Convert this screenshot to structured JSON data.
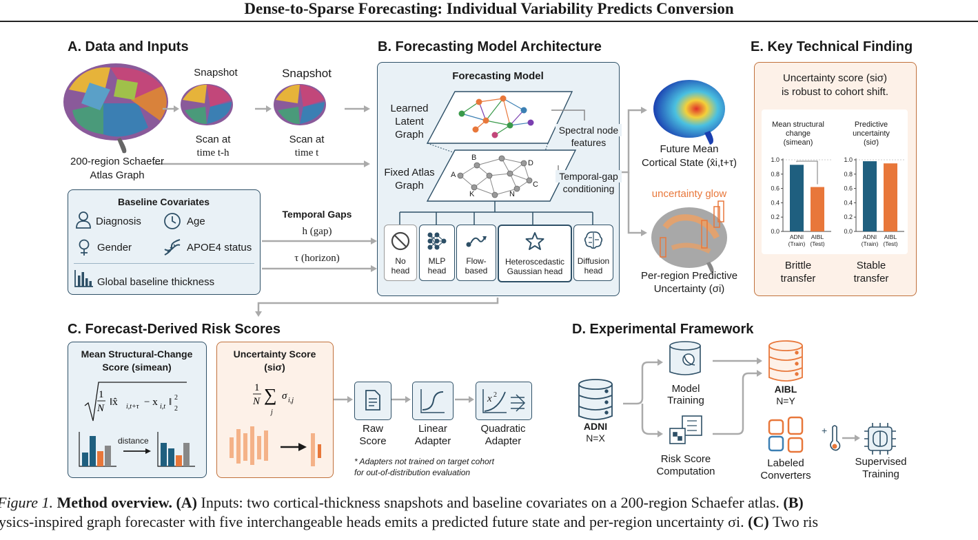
{
  "title": "Dense-to-Sparse Forecasting: Individual Variability Predicts Conversion",
  "panel_a": {
    "heading": "A. Data and Inputs",
    "snapshot_1": "Snapshot",
    "snapshot_2": "Snapshot",
    "scan_1": "Scan at",
    "scan_1_time": "time t-h",
    "scan_2": "Scan at",
    "scan_2_time": "time t",
    "atlas_1": "200-region Schaefer",
    "atlas_2": "Atlas Graph",
    "covariates_title": "Baseline Covariates",
    "covariates": [
      "Diagnosis",
      "Age",
      "Gender",
      "APOE4 status"
    ],
    "global_thickness": "Global baseline thickness",
    "temporal_title": "Temporal Gaps",
    "gap_h": "h (gap)",
    "gap_tau": "τ (horizon)"
  },
  "panel_b": {
    "heading": "B. Forecasting Model Architecture",
    "model_title": "Forecasting Model",
    "latent": [
      "Learned",
      "Latent",
      "Graph"
    ],
    "fixed": [
      "Fixed Atlas",
      "Graph"
    ],
    "node_labels": [
      "A",
      "B",
      "C",
      "D",
      "K",
      "N"
    ],
    "spectral": [
      "Spectral node",
      "features"
    ],
    "temporal_cond": [
      "Temporal-gap",
      "conditioning"
    ],
    "heads": [
      {
        "l1": "No",
        "l2": "head"
      },
      {
        "l1": "MLP",
        "l2": "head"
      },
      {
        "l1": "Flow-",
        "l2": "based"
      },
      {
        "l1": "Heteroscedastic",
        "l2": "Gaussian head"
      },
      {
        "l1": "Diffusion",
        "l2": "head"
      }
    ],
    "future_mean": [
      "Future Mean",
      "Cortical State (x̂i,t+τ)"
    ],
    "glow_label": "uncertainty glow",
    "uncertainty": [
      "Per-region Predictive",
      "Uncertainty (σi)"
    ]
  },
  "panel_e": {
    "heading": "E. Key Technical Finding",
    "statement": [
      "Uncertainty score (siσ)",
      "is robust to cohort shift."
    ],
    "chart_left_title": [
      "Mean structural",
      "change",
      "(simean)"
    ],
    "chart_right_title": [
      "Predictive",
      "uncertainty",
      "(siσ)"
    ],
    "left_caption": [
      "Brittle",
      "transfer"
    ],
    "right_caption": [
      "Stable",
      "transfer"
    ]
  },
  "chart_data": [
    {
      "type": "bar",
      "title": "Mean structural change (s_i^mean)",
      "categories": [
        "ADNI (Train)",
        "AIBL (Test)"
      ],
      "values": [
        0.93,
        0.62
      ],
      "ylim": [
        0,
        1.0
      ],
      "yticks": [
        "0.0",
        "0.2",
        "0.4",
        "0.6",
        "0.8",
        "1.0"
      ],
      "colors": [
        "#1f5f7f",
        "#e8773a"
      ]
    },
    {
      "type": "bar",
      "title": "Predictive uncertainty (s_i^σ)",
      "categories": [
        "ADNI (Train)",
        "AIBL (Test)"
      ],
      "values": [
        0.98,
        0.95
      ],
      "ylim": [
        0,
        1.0
      ],
      "yticks": [
        "0.0",
        "0.2",
        "0.4",
        "0.6",
        "0.8",
        "1.0"
      ],
      "colors": [
        "#1f5f7f",
        "#e8773a"
      ]
    }
  ],
  "panel_c": {
    "heading": "C. Forecast-Derived Risk Scores",
    "mean_title": [
      "Mean Structural-Change",
      "Score (simean)"
    ],
    "unc_title": [
      "Uncertainty Score",
      "(siσ)"
    ],
    "distance": "distance",
    "steps": [
      {
        "l1": "Raw",
        "l2": "Score"
      },
      {
        "l1": "Linear",
        "l2": "Adapter"
      },
      {
        "l1": "Quadratic",
        "l2": "Adapter"
      }
    ],
    "note": [
      "* Adapters not trained on target cohort",
      "for out-of-distribution evaluation"
    ]
  },
  "panel_d": {
    "heading": "D. Experimental Framework",
    "adni": "ADNI",
    "adni_n": "N=X",
    "model_training": [
      "Model",
      "Training"
    ],
    "risk_score": [
      "Risk Score",
      "Computation"
    ],
    "aibl": "AIBL",
    "aibl_n": "N=Y",
    "labeled": [
      "Labeled",
      "Converters"
    ],
    "supervised": [
      "Supervised",
      "Training"
    ]
  },
  "caption": {
    "line1_label": "Figure 1.",
    "line1_bold": "Method overview. (A)",
    "line1_rest": "Inputs: two cortical-thickness snapshots and baseline covariates on a 200-region Schaefer atlas.",
    "line1_b": "(B)",
    "line2": "ysics-inspired graph forecaster with five interchangeable heads emits a predicted future state and per-region uncertainty σi.",
    "line2_c": "(C)",
    "line2_end": "Two ris"
  },
  "colors": {
    "navy": "#2d4f66",
    "teal_bar": "#1f5f7f",
    "orange": "#e8773a",
    "panel_blue": "#e9f1f6",
    "panel_orange": "#fdf1e8"
  }
}
